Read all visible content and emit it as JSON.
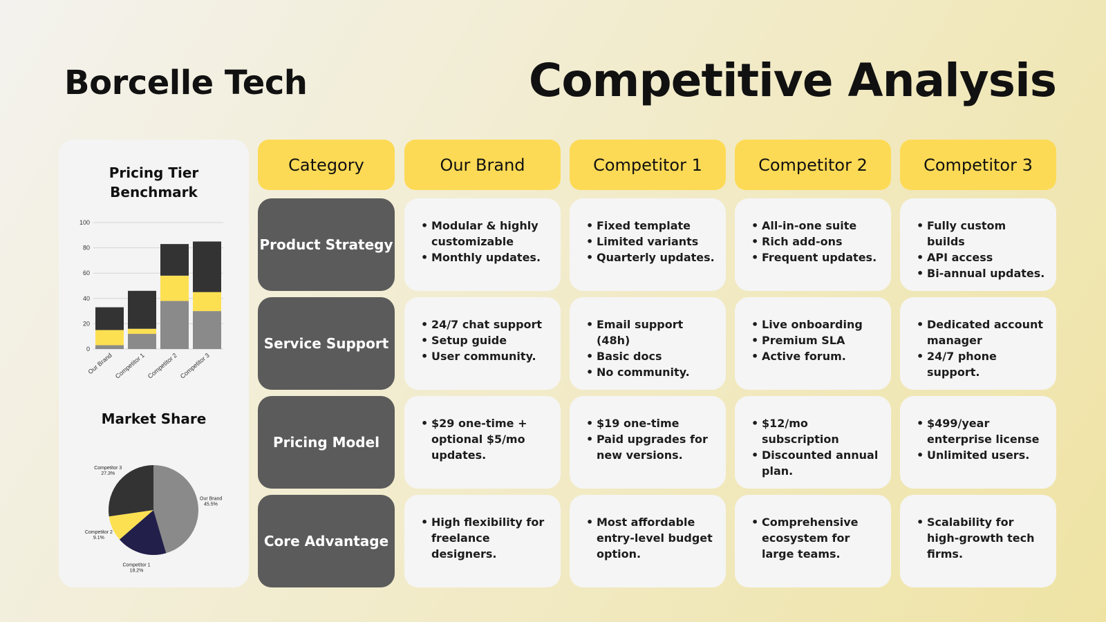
{
  "header": {
    "brand": "Borcelle Tech",
    "title": "Competitive Analysis"
  },
  "table": {
    "columns": [
      "Category",
      "Our Brand",
      "Competitor 1",
      "Competitor 2",
      "Competitor 3"
    ],
    "rows": [
      {
        "category": "Product Strategy",
        "cells": [
          [
            "Modular & highly customizable",
            "Monthly updates."
          ],
          [
            "Fixed template",
            "Limited variants",
            "Quarterly updates."
          ],
          [
            "All-in-one suite",
            "Rich add-ons",
            "Frequent updates."
          ],
          [
            "Fully custom builds",
            "API access",
            "Bi-annual updates."
          ]
        ]
      },
      {
        "category": "Service Support",
        "cells": [
          [
            "24/7 chat support",
            "Setup guide",
            "User community."
          ],
          [
            "Email support (48h)",
            "Basic docs",
            "No community."
          ],
          [
            "Live onboarding",
            "Premium SLA",
            "Active forum."
          ],
          [
            "Dedicated account manager",
            "24/7 phone support."
          ]
        ]
      },
      {
        "category": "Pricing Model",
        "cells": [
          [
            "$29 one-time + optional $5/mo updates."
          ],
          [
            "$19 one-time",
            "Paid upgrades for new versions."
          ],
          [
            "$12/mo subscription",
            "Discounted annual plan."
          ],
          [
            "$499/year enterprise license",
            "Unlimited users."
          ]
        ]
      },
      {
        "category": "Core Advantage",
        "cells": [
          [
            "High flexibility for freelance designers."
          ],
          [
            "Most affordable entry-level budget option."
          ],
          [
            "Comprehensive ecosystem for large teams."
          ],
          [
            "Scalability for high-growth tech firms."
          ]
        ]
      }
    ]
  },
  "colors": {
    "header_yellow": "#fdda55",
    "category_gray": "#5b5b5b",
    "dark": "#333333",
    "yellow": "#fde052",
    "gray": "#8a8a8a",
    "navy": "#22204a"
  },
  "chart_data": [
    {
      "type": "bar",
      "title": "Pricing Tier Benchmark",
      "stacked": true,
      "categories": [
        "Our Brand",
        "Competitor 1",
        "Competitor 2",
        "Competitor 3"
      ],
      "series": [
        {
          "color": "#8a8a8a",
          "values": [
            3,
            12,
            38,
            30
          ]
        },
        {
          "color": "#fde052",
          "values": [
            12,
            4,
            20,
            15
          ]
        },
        {
          "color": "#333333",
          "values": [
            18,
            30,
            25,
            40
          ]
        }
      ],
      "yticks": [
        "0",
        "20",
        "40",
        "60",
        "80",
        "100"
      ],
      "ylim": [
        0,
        100
      ],
      "grid": true
    },
    {
      "type": "pie",
      "title": "Market Share",
      "slices": [
        {
          "label": "Our Brand",
          "pct_label": "45.5%",
          "value": 45.5,
          "color": "#8a8a8a"
        },
        {
          "label": "Competitor 1",
          "pct_label": "18.2%",
          "value": 18.2,
          "color": "#22204a"
        },
        {
          "label": "Competitor 2",
          "pct_label": "9.1%",
          "value": 9.1,
          "color": "#fde052"
        },
        {
          "label": "Competitor 3",
          "pct_label": "27.3%",
          "value": 27.3,
          "color": "#333333"
        }
      ]
    }
  ]
}
